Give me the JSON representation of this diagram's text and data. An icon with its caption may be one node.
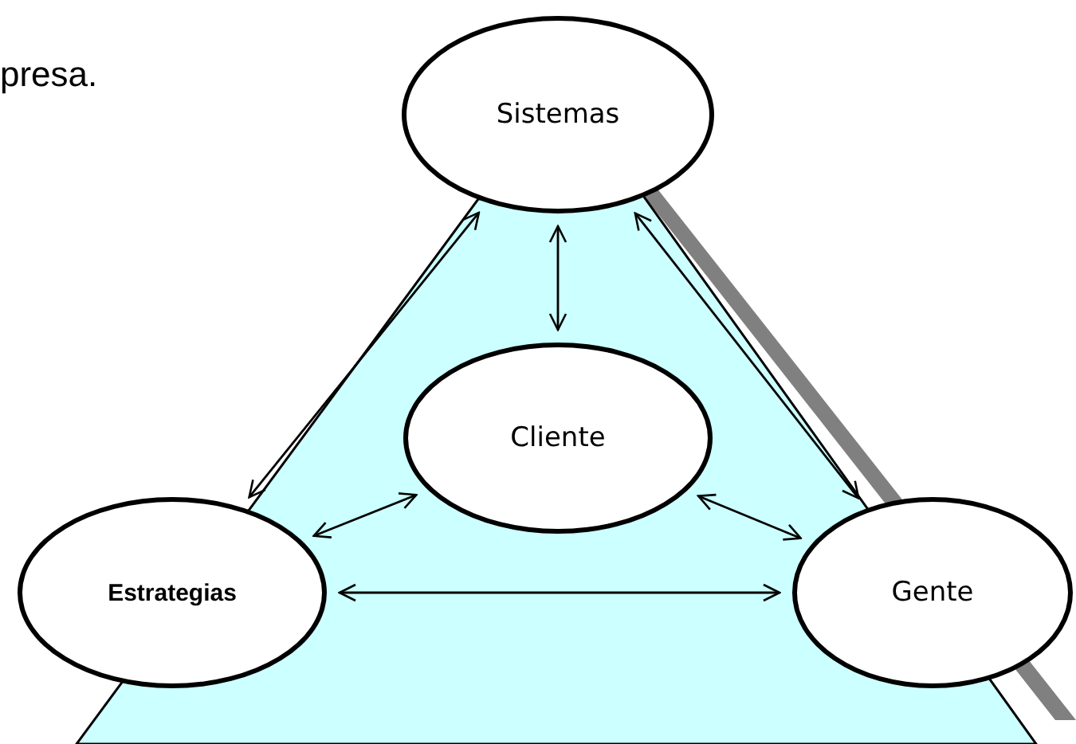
{
  "diagram": {
    "nodes": [
      {
        "text": [
          "Sistemas"
        ]
      },
      {
        "text": [
          "Cliente"
        ]
      },
      {
        "text": [
          "Estrategias"
        ]
      },
      {
        "text": [
          "Gente"
        ]
      }
    ],
    "edges": [
      {
        "from": 0,
        "to": 2,
        "arrow": "both"
      },
      {
        "from": 0,
        "to": 3,
        "arrow": "both"
      },
      {
        "from": 0,
        "to": 1,
        "arrow": "both"
      },
      {
        "from": 2,
        "to": 1,
        "arrow": "both"
      },
      {
        "from": 1,
        "to": 3,
        "arrow": "both"
      },
      {
        "from": 2,
        "to": 3,
        "arrow": "both"
      }
    ],
    "labels": [
      "presa."
    ]
  }
}
